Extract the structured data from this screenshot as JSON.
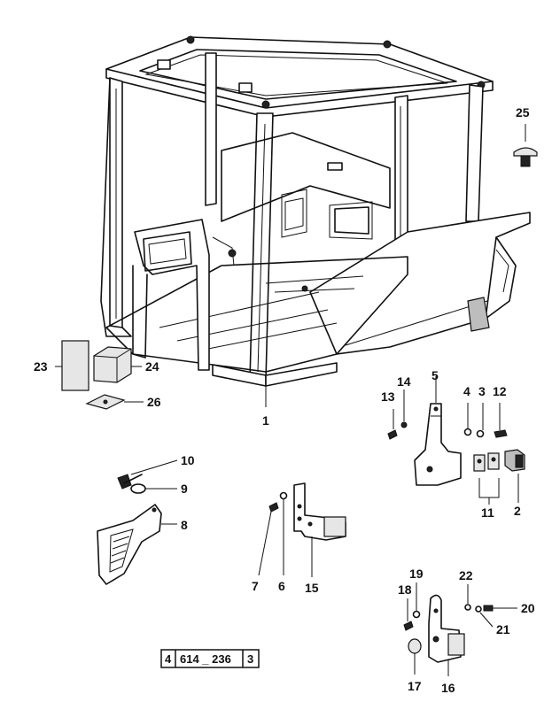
{
  "callouts": [
    "1",
    "2",
    "3",
    "4",
    "5",
    "6",
    "7",
    "8",
    "9",
    "10",
    "11",
    "12",
    "13",
    "14",
    "15",
    "16",
    "17",
    "18",
    "19",
    "20",
    "21",
    "22",
    "23",
    "24",
    "25",
    "26"
  ],
  "reference_box": [
    "4",
    "614 _ 236",
    "3"
  ],
  "colors": {
    "ink": "#111111",
    "background": "#ffffff",
    "shade": "#bdbdbd"
  }
}
